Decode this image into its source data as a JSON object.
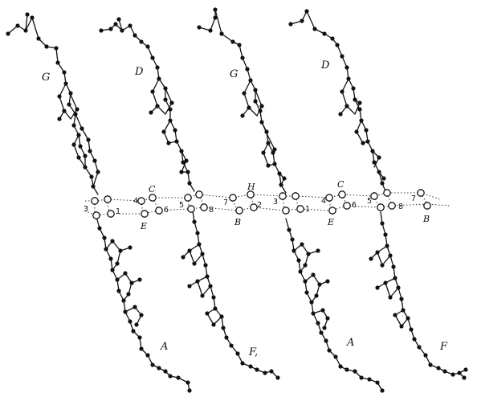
{
  "chain_labels": {
    "g1": "G",
    "d1": "D",
    "g2": "G",
    "d2": "D",
    "a1": "A",
    "f1": "F,",
    "a2": "A",
    "f2": "F"
  },
  "site_numbers": {
    "n3a": "3",
    "n1a": "1",
    "n4a": "4",
    "n6a": "6",
    "n5a": "5",
    "n8a": "8",
    "n7a": "7",
    "n2a": "2",
    "n3b": "3",
    "n1b": "1",
    "n4b": "4",
    "n6b": "6",
    "n5b": "5",
    "n8b": "8",
    "n7b": "7"
  },
  "site_letters": {
    "c1": "C",
    "e1": "E",
    "h1": "H",
    "b1": "B",
    "c2": "C",
    "e2": "E",
    "b2": "B"
  }
}
